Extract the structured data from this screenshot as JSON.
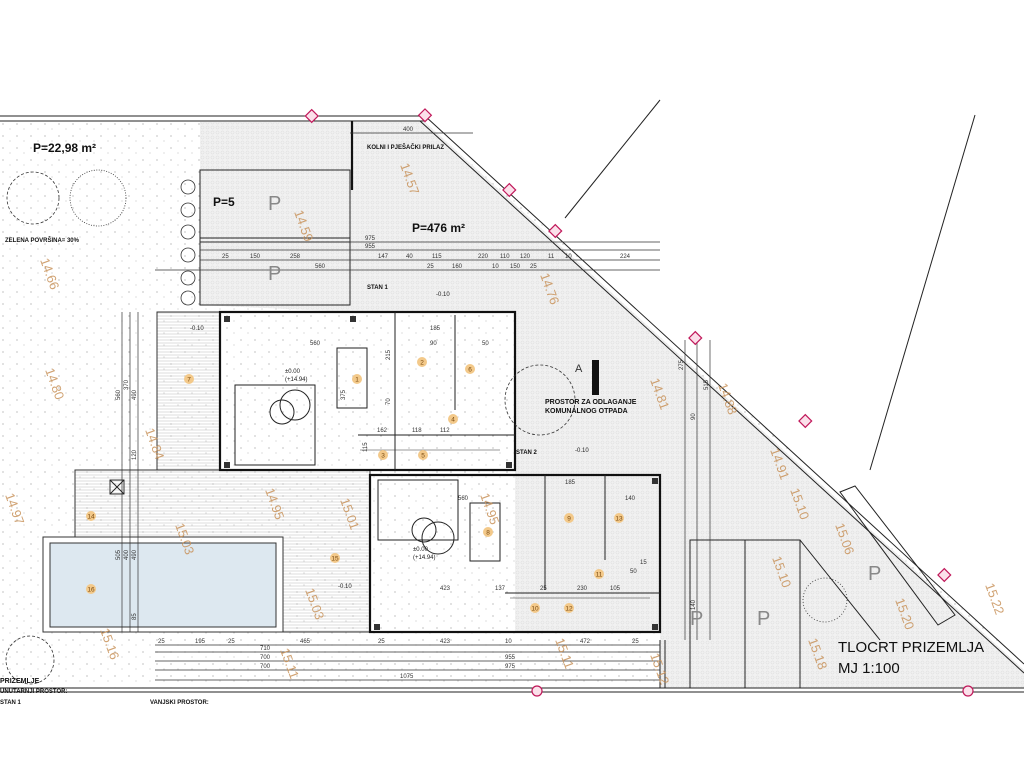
{
  "areas": {
    "garden_area": "P=22,98 m²",
    "parking_area": "P=5",
    "lot_area": "P=476 m²",
    "green_share": "ZELENA POVRŠINA= 30%"
  },
  "labels": {
    "access": "KOLNI I PJEŠAČKI PRILAZ",
    "unit1": "STAN 1",
    "unit2": "STAN 2",
    "waste_line1": "PROSTOR ZA ODLAGANJE",
    "waste_line2": "KOMUNALNOG OTPADA",
    "section_mark": "A",
    "parking": "P"
  },
  "title": {
    "name": "TLOCRT PRIZEMLJA",
    "scale": "MJ 1:100"
  },
  "legend": {
    "floor": "PRIZEMLJE",
    "interior": "UNUTARNJI PROSTOR:",
    "unit": "STAN 1",
    "exterior": "VANJSKI PROSTOR:"
  },
  "levels": {
    "zero": "±0.00",
    "abs": "(+14.94)",
    "minus": "-0.10"
  },
  "rooms": [
    "1",
    "2",
    "3",
    "4",
    "5",
    "6",
    "7",
    "8",
    "9",
    "10",
    "11",
    "12",
    "13",
    "14",
    "15",
    "16"
  ],
  "elevations": [
    "14.57",
    "14.59",
    "14.66",
    "14.80",
    "14.76",
    "14.81",
    "14.88",
    "14.84",
    "14.97",
    "14.95",
    "15.03",
    "15.01",
    "15.03",
    "14.95",
    "15.16",
    "15.11",
    "15.11",
    "15.12",
    "14.91",
    "15.10",
    "15.06",
    "15.20",
    "15.10",
    "15.22",
    "15.18"
  ],
  "dims": {
    "top": [
      "400",
      "975",
      "955",
      "25",
      "150",
      "258",
      "560",
      "147",
      "40",
      "115",
      "220",
      "25",
      "160",
      "10",
      "150",
      "25",
      "224",
      "120",
      "110",
      "11",
      "10"
    ],
    "bottom": [
      "25",
      "195",
      "25",
      "465",
      "25",
      "423",
      "10",
      "472",
      "25",
      "710",
      "700",
      "700",
      "955",
      "975",
      "1075"
    ],
    "side": [
      "370",
      "490",
      "560",
      "120",
      "505",
      "400",
      "490",
      "85",
      "275",
      "515",
      "90",
      "140"
    ],
    "inner": [
      "560",
      "215",
      "375",
      "70",
      "162",
      "118",
      "112",
      "50",
      "185",
      "90",
      "115",
      "560",
      "423",
      "137",
      "25",
      "230",
      "105",
      "50",
      "185",
      "140",
      "15"
    ]
  },
  "colors": {
    "pool": "#dde8f0",
    "elevation": "#c8925a",
    "marker": "#c0185a",
    "room_badge": "#f3c98a"
  }
}
